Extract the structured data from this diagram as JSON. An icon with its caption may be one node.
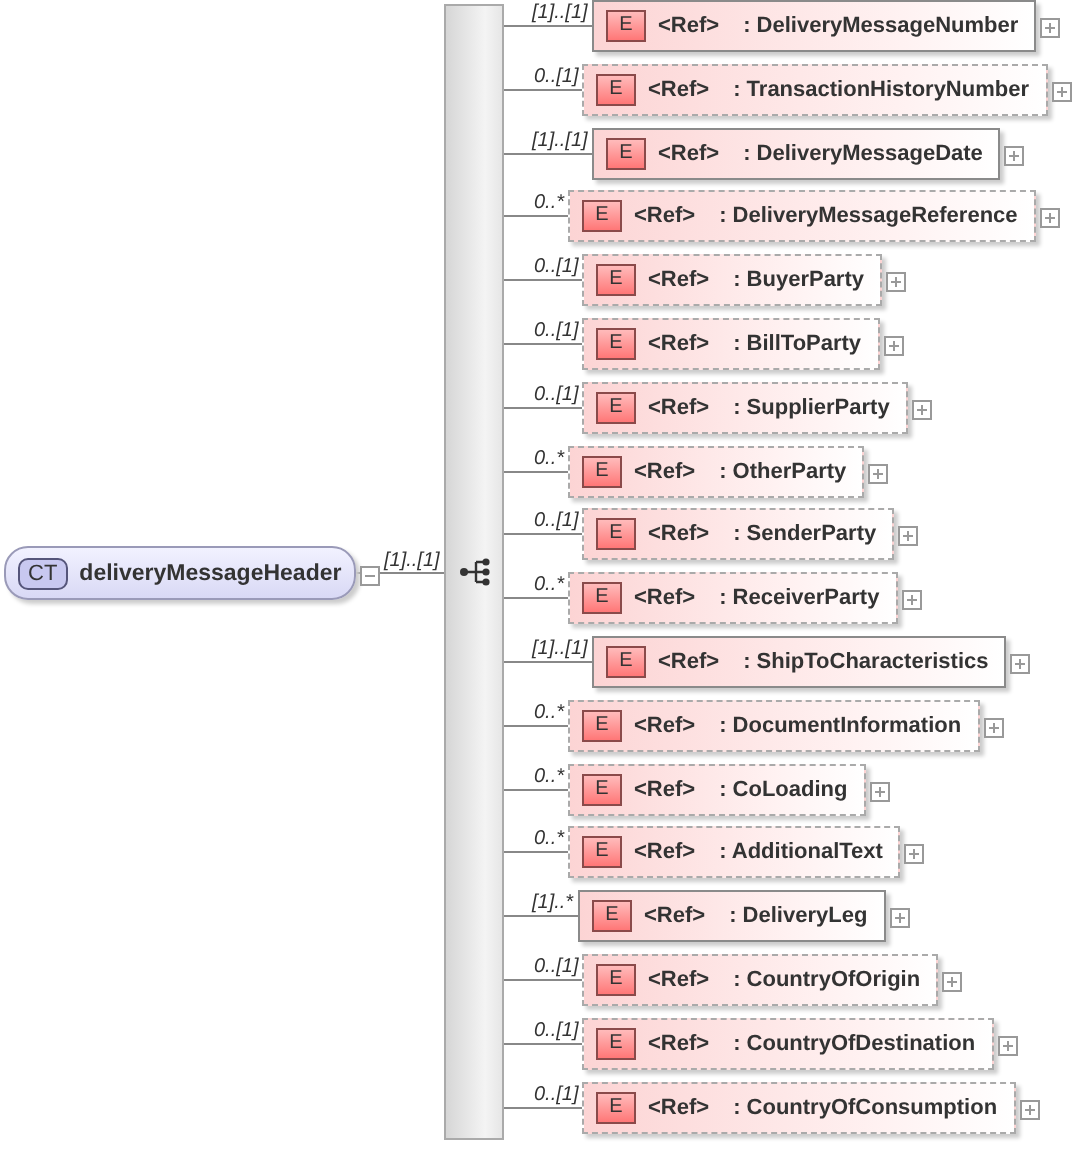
{
  "diagram": {
    "nodes": [
      {
        "text": [
          "CT",
          "deliveryMessageHeader"
        ]
      },
      {
        "text": [],
        "shape": "bar"
      },
      {
        "text": [
          "E",
          "<Ref>",
          ": DeliveryMessageNumber"
        ]
      },
      {
        "text": [
          "E",
          "<Ref>",
          ": TransactionHistoryNumber"
        ]
      },
      {
        "text": [
          "E",
          "<Ref>",
          ": DeliveryMessageDate"
        ]
      },
      {
        "text": [
          "E",
          "<Ref>",
          ": DeliveryMessageReference"
        ]
      },
      {
        "text": [
          "E",
          "<Ref>",
          ": BuyerParty"
        ]
      },
      {
        "text": [
          "E",
          "<Ref>",
          ": BillToParty"
        ]
      },
      {
        "text": [
          "E",
          "<Ref>",
          ": SupplierParty"
        ]
      },
      {
        "text": [
          "E",
          "<Ref>",
          ": OtherParty"
        ]
      },
      {
        "text": [
          "E",
          "<Ref>",
          ": SenderParty"
        ]
      },
      {
        "text": [
          "E",
          "<Ref>",
          ": ReceiverParty"
        ]
      },
      {
        "text": [
          "E",
          "<Ref>",
          ": ShipToCharacteristics"
        ]
      },
      {
        "text": [
          "E",
          "<Ref>",
          ": DocumentInformation"
        ]
      },
      {
        "text": [
          "E",
          "<Ref>",
          ": CoLoading"
        ]
      },
      {
        "text": [
          "E",
          "<Ref>",
          ": AdditionalText"
        ]
      },
      {
        "text": [
          "E",
          "<Ref>",
          ": DeliveryLeg"
        ]
      },
      {
        "text": [
          "E",
          "<Ref>",
          ": CountryOfOrigin"
        ]
      },
      {
        "text": [
          "E",
          "<Ref>",
          ": CountryOfDestination"
        ]
      },
      {
        "text": [
          "E",
          "<Ref>",
          ": CountryOfConsumption"
        ]
      }
    ],
    "edges": [
      {
        "from": 0,
        "to": 1,
        "arrow": "none",
        "label": "[1]..[1]"
      },
      {
        "from": 1,
        "to": 2,
        "arrow": "none",
        "label": "[1]..[1]"
      },
      {
        "from": 1,
        "to": 3,
        "arrow": "none",
        "label": "0..[1]"
      },
      {
        "from": 1,
        "to": 4,
        "arrow": "none",
        "label": "[1]..[1]"
      },
      {
        "from": 1,
        "to": 5,
        "arrow": "none",
        "label": "0..*"
      },
      {
        "from": 1,
        "to": 6,
        "arrow": "none",
        "label": "0..[1]"
      },
      {
        "from": 1,
        "to": 7,
        "arrow": "none",
        "label": "0..[1]"
      },
      {
        "from": 1,
        "to": 8,
        "arrow": "none",
        "label": "0..[1]"
      },
      {
        "from": 1,
        "to": 9,
        "arrow": "none",
        "label": "0..*"
      },
      {
        "from": 1,
        "to": 10,
        "arrow": "none",
        "label": "0..[1]"
      },
      {
        "from": 1,
        "to": 11,
        "arrow": "none",
        "label": "0..*"
      },
      {
        "from": 1,
        "to": 12,
        "arrow": "none",
        "label": "[1]..[1]"
      },
      {
        "from": 1,
        "to": 13,
        "arrow": "none",
        "label": "0..*"
      },
      {
        "from": 1,
        "to": 14,
        "arrow": "none",
        "label": "0..*"
      },
      {
        "from": 1,
        "to": 15,
        "arrow": "none",
        "label": "0..*"
      },
      {
        "from": 1,
        "to": 16,
        "arrow": "none",
        "label": "[1]..*"
      },
      {
        "from": 1,
        "to": 17,
        "arrow": "none",
        "label": "0..[1]"
      },
      {
        "from": 1,
        "to": 18,
        "arrow": "none",
        "label": "0..[1]"
      },
      {
        "from": 1,
        "to": 19,
        "arrow": "none",
        "label": "0..[1]"
      }
    ]
  }
}
